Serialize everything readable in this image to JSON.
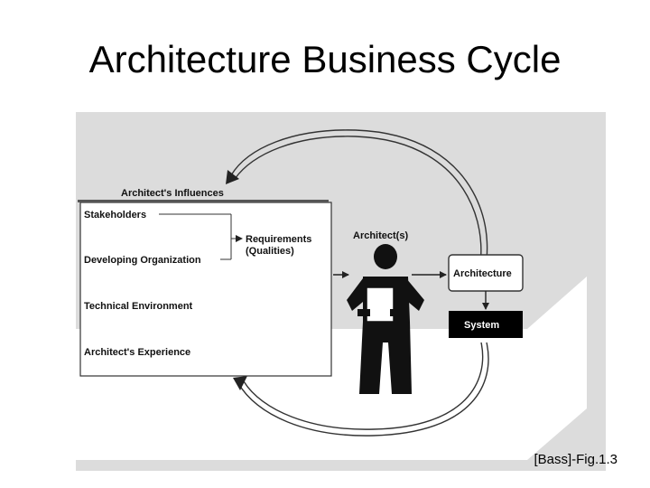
{
  "title": "Architecture Business Cycle",
  "diagram": {
    "influences_header": "Architect's Influences",
    "influences": [
      "Stakeholders",
      "Developing Organization",
      "Technical Environment",
      "Architect's Experience"
    ],
    "requirements_line1": "Requirements",
    "requirements_line2": "(Qualities)",
    "architect_label": "Architect(s)",
    "architecture_label": "Architecture",
    "system_label": "System"
  },
  "caption": "[Bass]-Fig.1.3",
  "colors": {
    "figure_background": "#dcdcdc",
    "chevron": "#ffffff",
    "system_box": "#000000"
  }
}
